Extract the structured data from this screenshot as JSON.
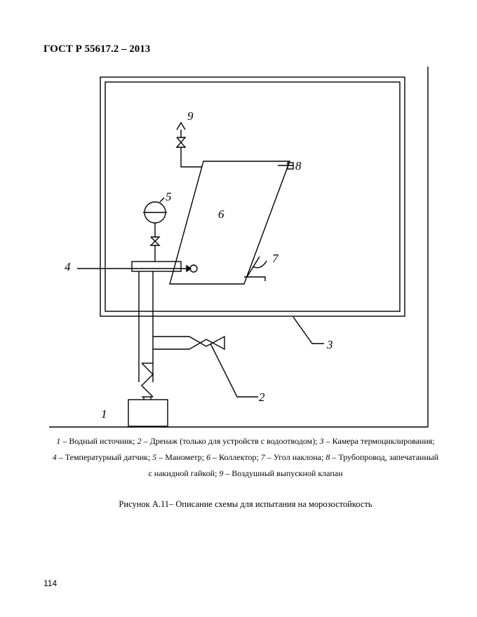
{
  "header": "ГОСТ Р 55617.2 – 2013",
  "figure": {
    "labels": {
      "l1": "1",
      "l2": "2",
      "l3": "3",
      "l4": "4",
      "l5": "5",
      "l6": "6",
      "l7": "7",
      "l8": "8",
      "l9": "9"
    }
  },
  "legend": [
    {
      "num": "1",
      "text": " – Водный источник; "
    },
    {
      "num": "2",
      "text": " – Дренаж (только для устройств с водоотводом); "
    },
    {
      "num": "3",
      "text": " – Камера термоциклирования;"
    },
    {
      "num": "4",
      "text": " – Температурный датчик; "
    },
    {
      "num": "5",
      "text": " – Манометр; "
    },
    {
      "num": "6",
      "text": " – Коллектор; "
    },
    {
      "num": "7",
      "text": " – Угол наклона; "
    },
    {
      "num": "8",
      "text": " – Трубопровод, запечатанный"
    },
    {
      "text": "с накидной гайкой;  "
    },
    {
      "num": "9",
      "text": " – Воздушный выпускной клапан"
    }
  ],
  "figure_title": "Рисунок А.11– Описание схемы для испытания на морозостойкость",
  "page_number": "114"
}
